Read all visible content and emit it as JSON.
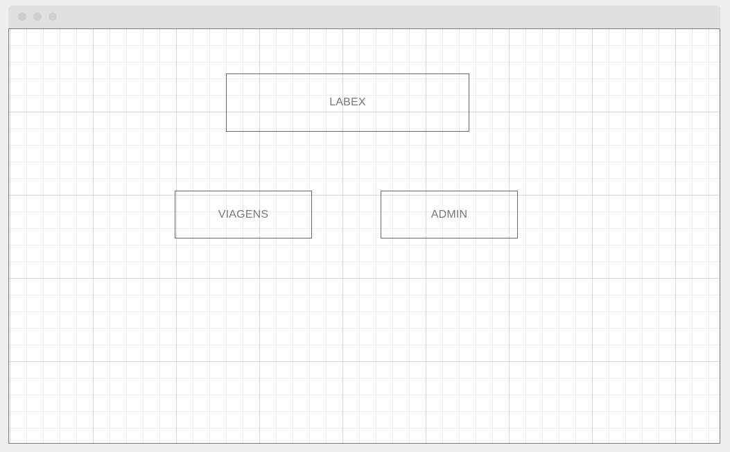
{
  "window": {
    "controls": [
      "close-dot",
      "minimize-dot",
      "maximize-dot"
    ]
  },
  "canvas": {
    "title_box": {
      "label": "LABEX"
    },
    "buttons": [
      {
        "label": "VIAGENS"
      },
      {
        "label": "ADMIN"
      }
    ]
  },
  "colors": {
    "background": "#efefef",
    "titlebar": "#e0e0e0",
    "grid_minor": "#ececec",
    "grid_major": "#d6d6d6",
    "box_border": "#666666",
    "text": "#777777"
  }
}
